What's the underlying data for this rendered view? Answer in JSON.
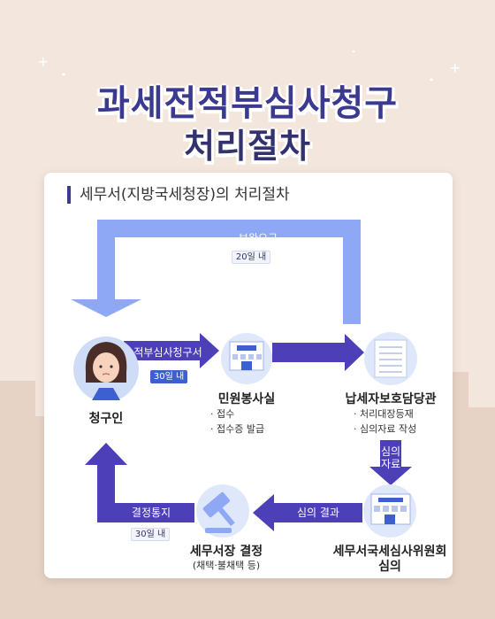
{
  "title": {
    "line1": "과세전적부심사청구",
    "line2": "처리절차"
  },
  "card_title": "세무서(지방국세청장)의 처리절차",
  "flow": {
    "top_arrow": {
      "label": "보완요구",
      "duration": "20일 내"
    },
    "submit_arrow": {
      "label": "적부심사청구서",
      "duration": "30일 내"
    },
    "review_arrow": {
      "label": "심의\n자료"
    },
    "result_arrow": {
      "label": "심의 결과"
    },
    "notify_arrow": {
      "label": "결정통지",
      "duration": "30일 내"
    }
  },
  "nodes": {
    "claimant": {
      "label": "청구인"
    },
    "civil_office": {
      "label": "민원봉사실",
      "items": [
        "· 접수",
        "· 접수증 발급"
      ]
    },
    "taxpayer_officer": {
      "label": "납세자보호담당관",
      "items": [
        "· 처리대장등재",
        "· 심의자료 작성"
      ]
    },
    "committee": {
      "label_line1": "세무서국세심사위원회",
      "label_line2": "심의"
    },
    "decision": {
      "label": "세무서장 결정",
      "sub": "(채택·불채택 등)"
    }
  },
  "colors": {
    "background": "#f3e6dc",
    "title": "#3b3a8f",
    "arrow_light": "#8ea8f5",
    "arrow_dark": "#4c3fb8",
    "pill": "#3d5fcf"
  }
}
